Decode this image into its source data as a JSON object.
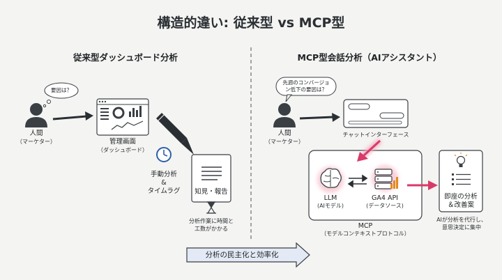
{
  "title": "構造的違い: 従来型 vs MCP型",
  "left": {
    "heading": "従来型ダッシュボード分析",
    "bubble": "要因は？",
    "person_name": "人間",
    "person_role": "（マーケター）",
    "dashboard_label_1": "管理画面",
    "dashboard_label_2": "（ダッシュボード）",
    "manual_1": "手動分析",
    "manual_amp": "&",
    "manual_2": "タイムラグ",
    "report": "知見・報告",
    "cost_1": "分析作業に時間と",
    "cost_2": "工数がかかる"
  },
  "right": {
    "heading": "MCP型会話分析（AIアシスタント）",
    "bubble_1": "先週のコンバージョ",
    "bubble_2": "ン低下の要因は？",
    "person_name": "人間",
    "person_role": "（マーケター）",
    "chat_label": "チャットインターフェース",
    "llm_1": "LLM",
    "llm_2": "(AIモデル)",
    "ga4_1": "GA4 API",
    "ga4_2": "(データソース)",
    "mcp_1": "MCP",
    "mcp_2": "（モデルコンテキストプロトコル）",
    "result_1": "即座の分析",
    "result_2": "＆改善案",
    "result_note_1": "AIが分析を代行し、",
    "result_note_2": "意思決定に集中"
  },
  "bottom_arrow": "分析の民主化と効率化"
}
